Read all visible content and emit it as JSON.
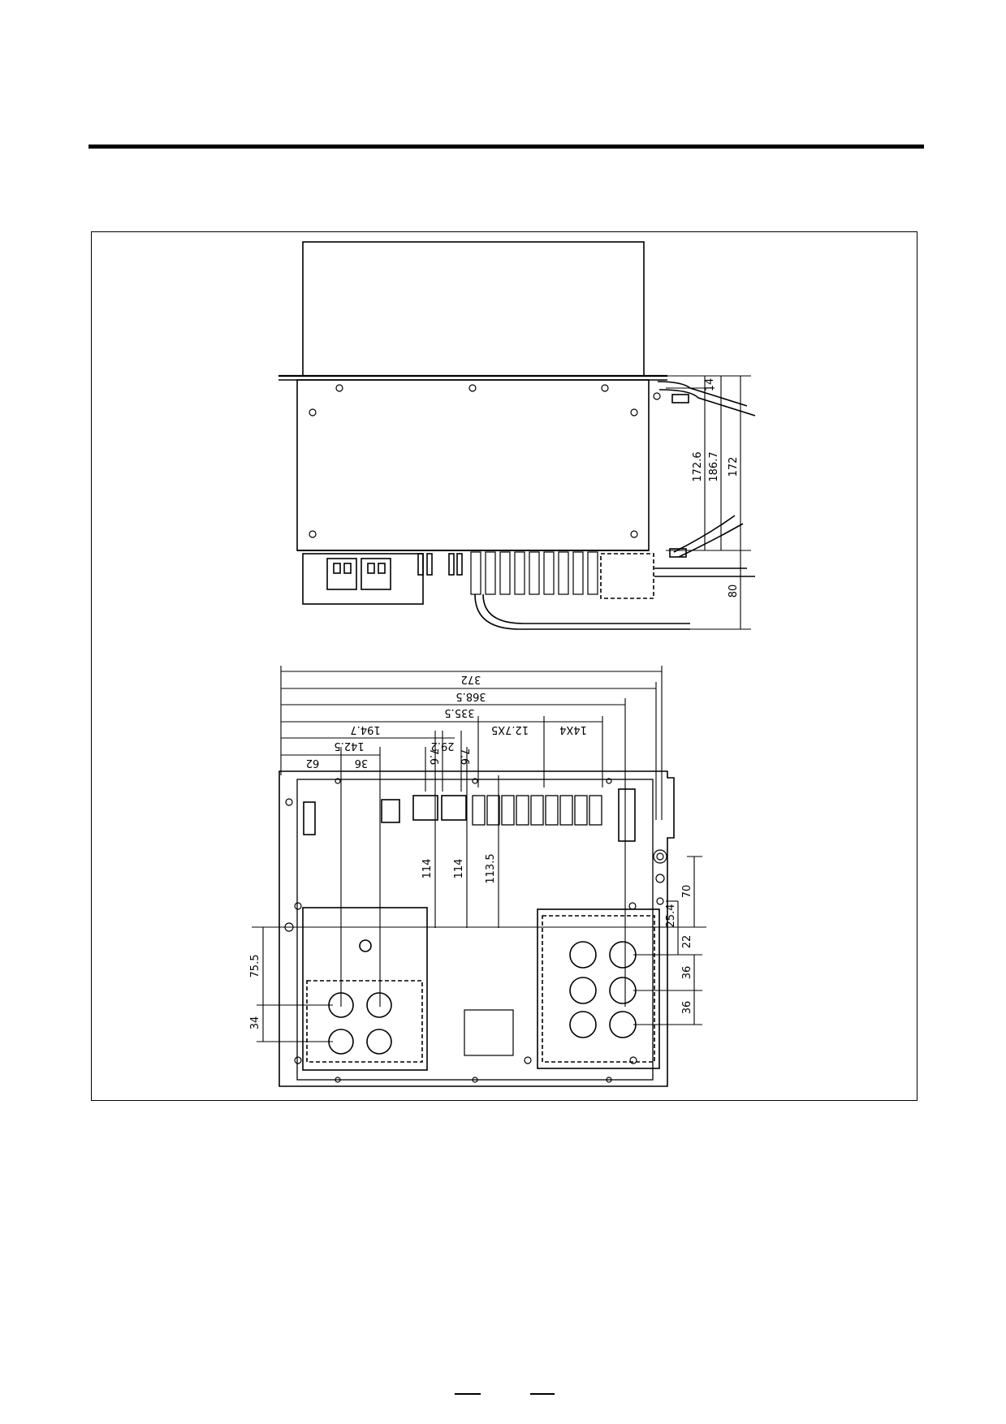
{
  "side_view": {
    "vertical_dims": [
      "14",
      "172.6",
      "186.7",
      "172",
      "80"
    ]
  },
  "plan_view": {
    "top_dims": [
      "372",
      "368.5",
      "335.5",
      "194.7",
      "142.5",
      "62",
      "36",
      "29.2",
      "7.6",
      "7.6",
      "12.7X5",
      "14X4"
    ],
    "middle_dims": [
      "114",
      "114",
      "113.5"
    ],
    "left_dims": [
      "75.5",
      "34"
    ],
    "right_dims": [
      "70",
      "25.4",
      "22",
      "36",
      "36"
    ]
  }
}
